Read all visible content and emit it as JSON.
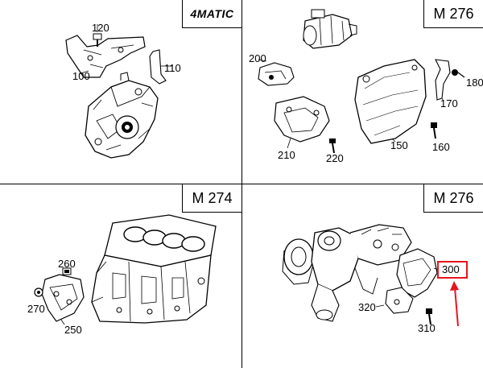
{
  "panels": [
    {
      "engine_label": "4MATIC",
      "parts": [
        "120",
        "100",
        "110"
      ]
    },
    {
      "engine_label": "M 276",
      "parts": [
        "200",
        "180",
        "170",
        "210",
        "150",
        "160",
        "220"
      ]
    },
    {
      "engine_label": "M 274",
      "parts": [
        "260",
        "270",
        "250"
      ]
    },
    {
      "engine_label": "M 276",
      "parts": [
        "300",
        "320",
        "310"
      ]
    }
  ],
  "highlight": {
    "part": "300",
    "color": "#e8141e"
  },
  "colors": {
    "line": "#000000",
    "highlight": "#e8141e",
    "background": "#ffffff"
  }
}
